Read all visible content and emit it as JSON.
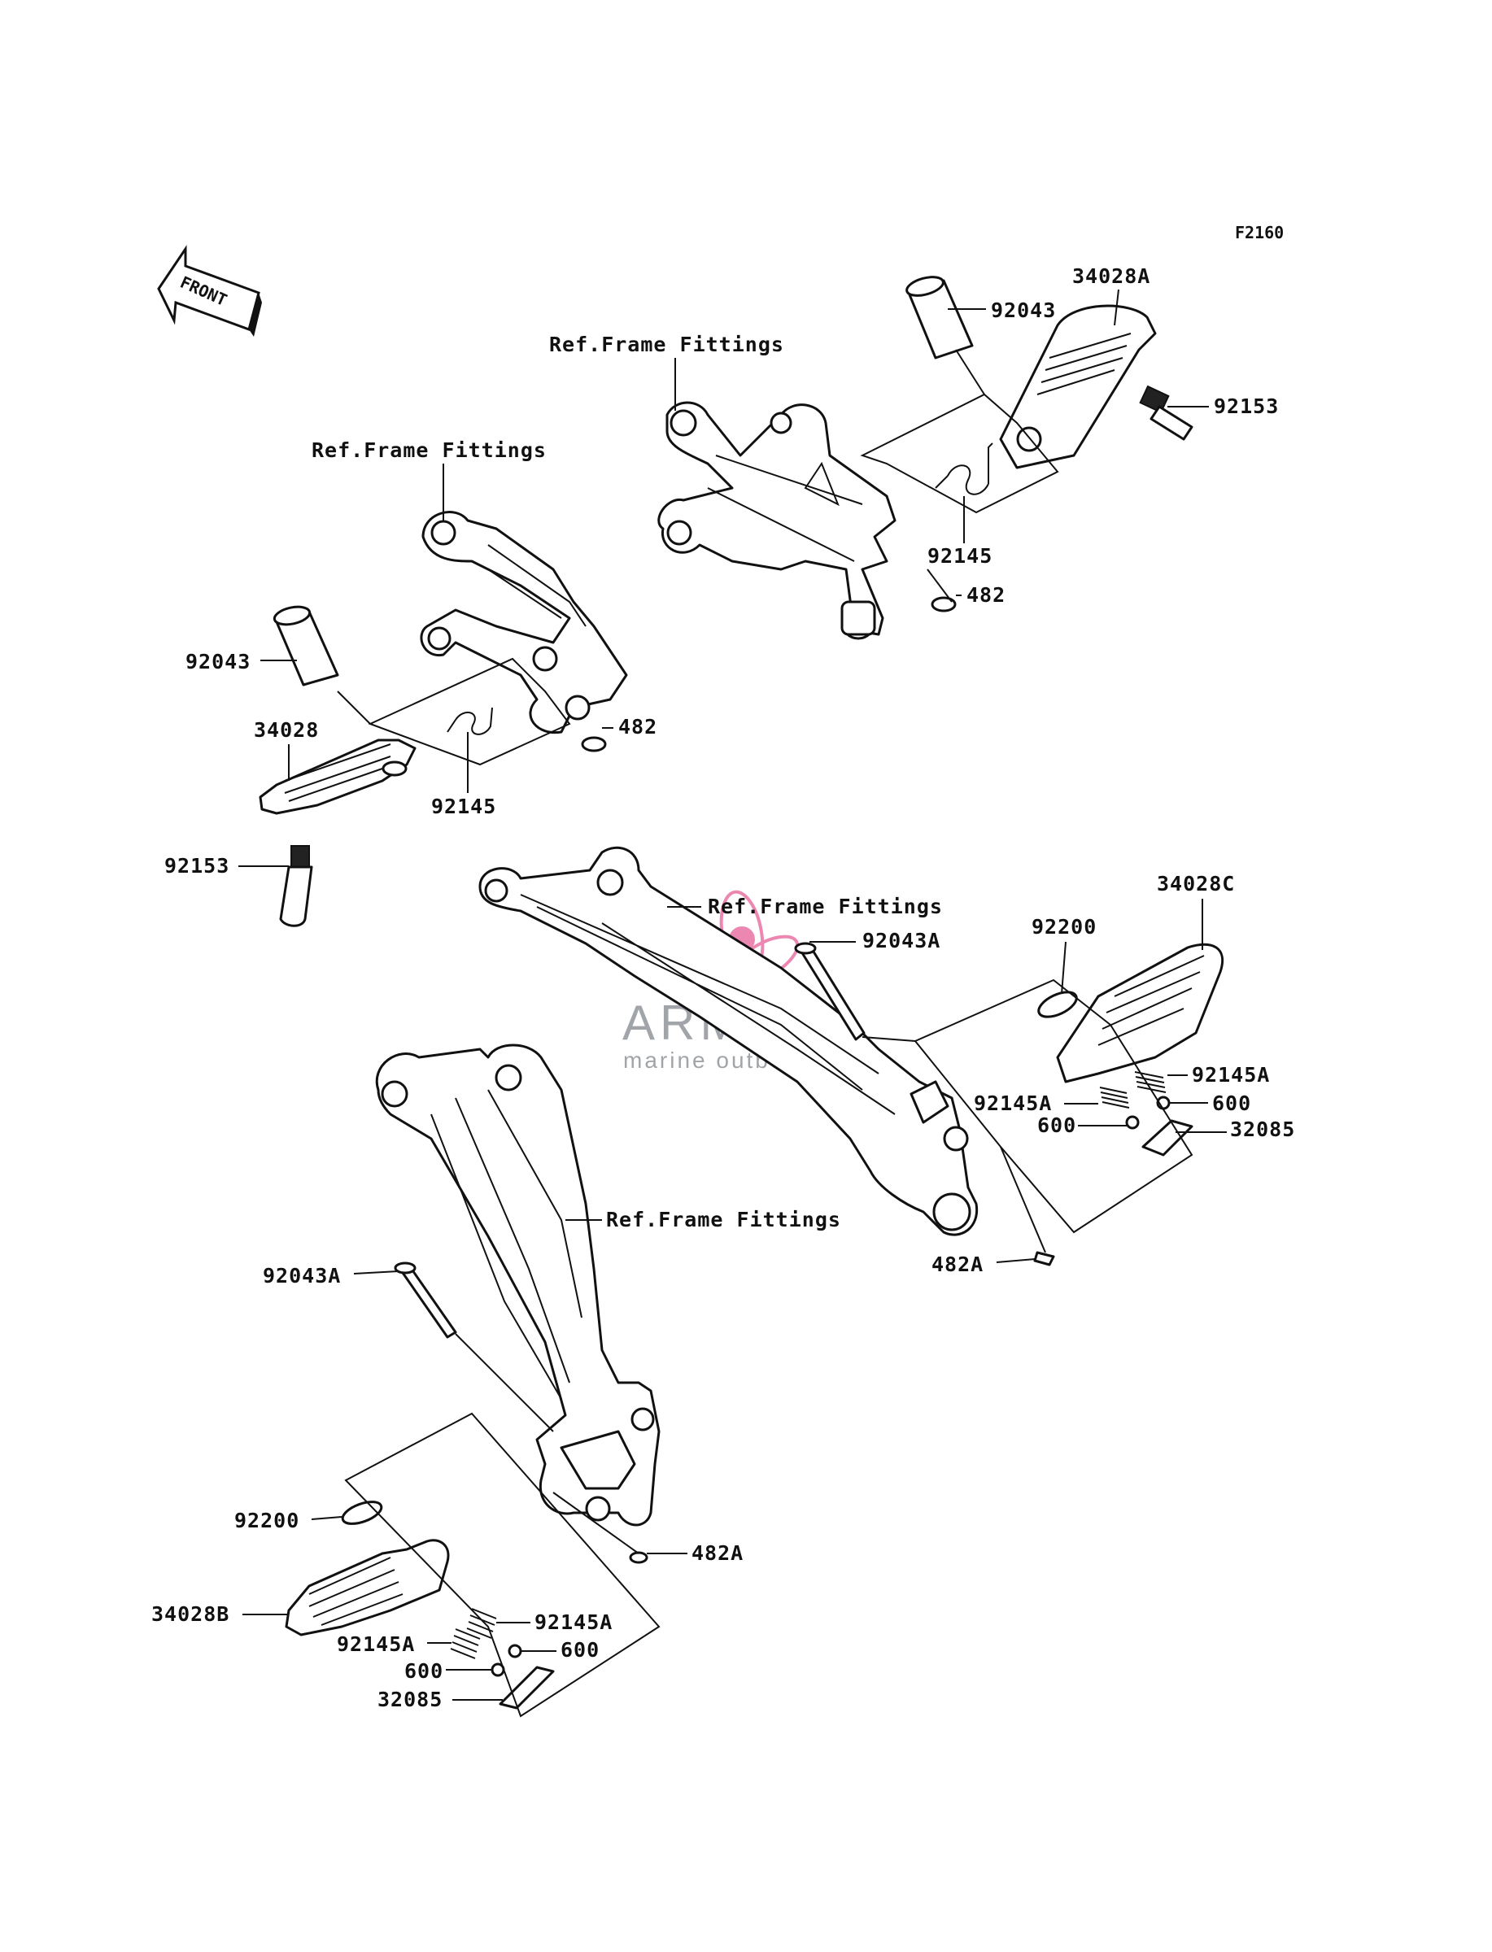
{
  "figure_code": "F2160",
  "front_label": "FRONT",
  "watermark": {
    "brand": "ARMADA",
    "tagline": "marine outboards",
    "color": "#e86aa0"
  },
  "labels": {
    "ref_ur": "Ref.Frame Fittings",
    "ref_ul": "Ref.Frame Fittings",
    "ref_mid": "Ref.Frame Fittings",
    "ref_low": "Ref.Frame Fittings",
    "p92043_r": "92043",
    "p34028A": "34028A",
    "p92153_r": "92153",
    "p92145_r": "92145",
    "p482_r": "482",
    "p92043_l": "92043",
    "p482_l": "482",
    "p34028": "34028",
    "p92145_l": "92145",
    "p92153_l": "92153",
    "p92043A_r": "92043A",
    "p34028C": "34028C",
    "p92200_r": "92200",
    "p92145A_r1": "92145A",
    "p600_r1": "600",
    "p92145A_r2": "92145A",
    "p600_r2": "600",
    "p32085_r": "32085",
    "p482A_r": "482A",
    "p92043A_l": "92043A",
    "p482A_l": "482A",
    "p92200_l": "92200",
    "p34028B": "34028B",
    "p92145A_l1": "92145A",
    "p92145A_l2": "92145A",
    "p600_l1": "600",
    "p600_l2": "600",
    "p32085_l": "32085"
  }
}
